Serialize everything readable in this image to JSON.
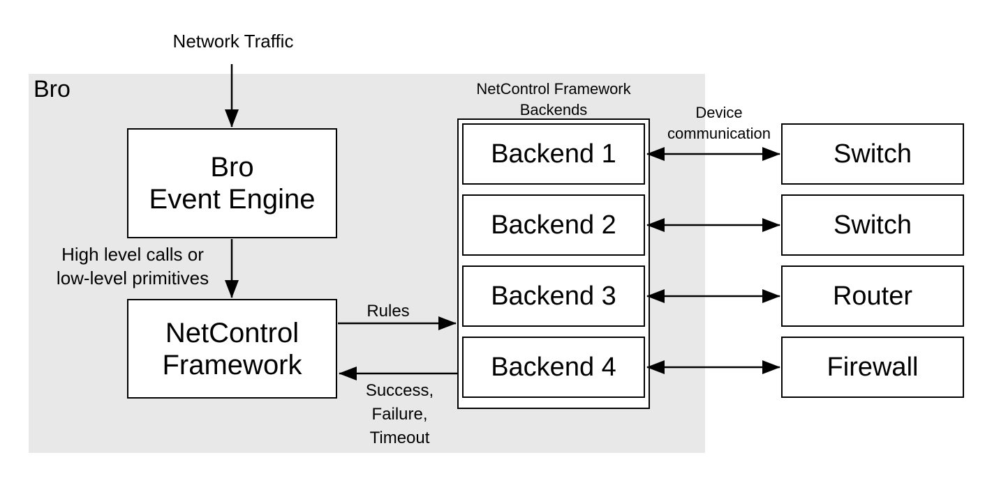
{
  "diagram": {
    "network_traffic_label": "Network Traffic",
    "region_label": "Bro",
    "event_engine": {
      "line1": "Bro",
      "line2": "Event Engine"
    },
    "calls_label": {
      "line1": "High level calls or",
      "line2": "low-level primitives"
    },
    "netcontrol": {
      "line1": "NetControl",
      "line2": "Framework"
    },
    "rules_label": "Rules",
    "feedback_label": {
      "line1": "Success,",
      "line2": "Failure,",
      "line3": "Timeout"
    },
    "backends_title": {
      "line1": "NetControl Framework",
      "line2": "Backends"
    },
    "device_comm_label": {
      "line1": "Device",
      "line2": "communication"
    },
    "backends": [
      "Backend 1",
      "Backend 2",
      "Backend 3",
      "Backend 4"
    ],
    "devices": [
      "Switch",
      "Switch",
      "Router",
      "Firewall"
    ]
  }
}
